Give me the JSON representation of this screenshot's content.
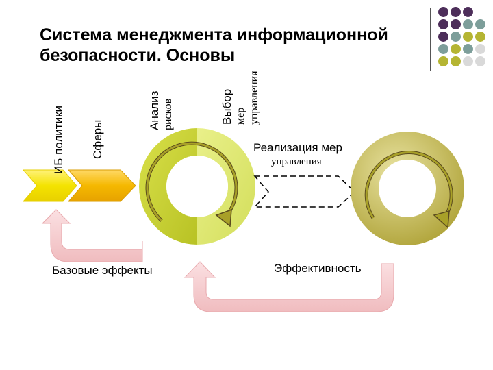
{
  "title": "Система менеджмента информационной безопасности. Основы",
  "labels": {
    "policy": "ИБ политики",
    "spheres": "Сферы",
    "risk_line1": "Анализ",
    "risk_line2": "рисков",
    "select_line1": "Выбор",
    "select_line2": "мер",
    "select_line3": "управления",
    "impl_line1": "Реализация мер",
    "impl_line2": "управления",
    "base_effects": "Базовые эффекты",
    "efficiency": "Эффективность"
  },
  "colors": {
    "purple": "#4d2e5a",
    "teal": "#7d9e9a",
    "olive": "#b5b533",
    "light_gray": "#d9d9d9",
    "arrow_pink": "#f4c7c9",
    "yellow": "#f4e300",
    "orange": "#f5b800"
  },
  "icons": {
    "process_arrow": "chevron-arrow",
    "cycle_ring": "ring",
    "cycle_arrow": "circular-arrow",
    "return_arrow": "u-turn-arrow"
  }
}
